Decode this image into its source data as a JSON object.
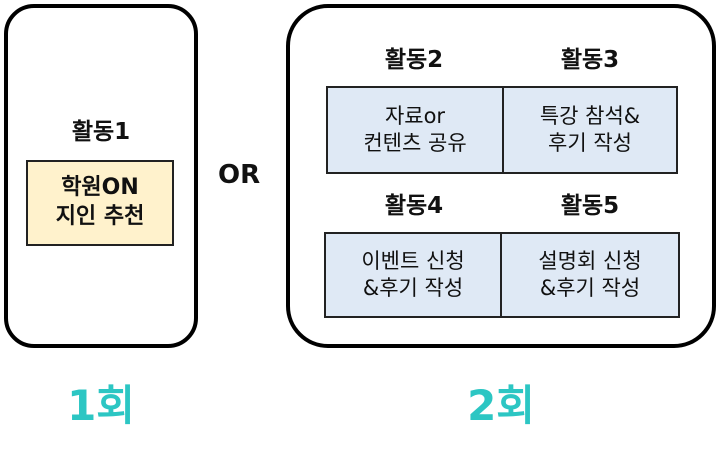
{
  "left_panel": {
    "heading": "활동1",
    "box": {
      "line1": "학원ON",
      "line2": "지인 추천"
    }
  },
  "or_label": "OR",
  "right_panel": {
    "activities": [
      {
        "heading": "활동2",
        "line1": "자료or",
        "line2": "컨텐츠 공유"
      },
      {
        "heading": "활동3",
        "line1": "특강 참석&",
        "line2": "후기 작성"
      },
      {
        "heading": "활동4",
        "line1": "이벤트 신청",
        "line2": "&후기 작성"
      },
      {
        "heading": "활동5",
        "line1": "설명회 신청",
        "line2": "&후기 작성"
      }
    ]
  },
  "counts": {
    "left": "1회",
    "right": "2회"
  },
  "colors": {
    "academy_box": "#fff2cc",
    "activity_box": "#dfe9f5",
    "count_text": "#2cc6c3",
    "border": "#000000"
  }
}
